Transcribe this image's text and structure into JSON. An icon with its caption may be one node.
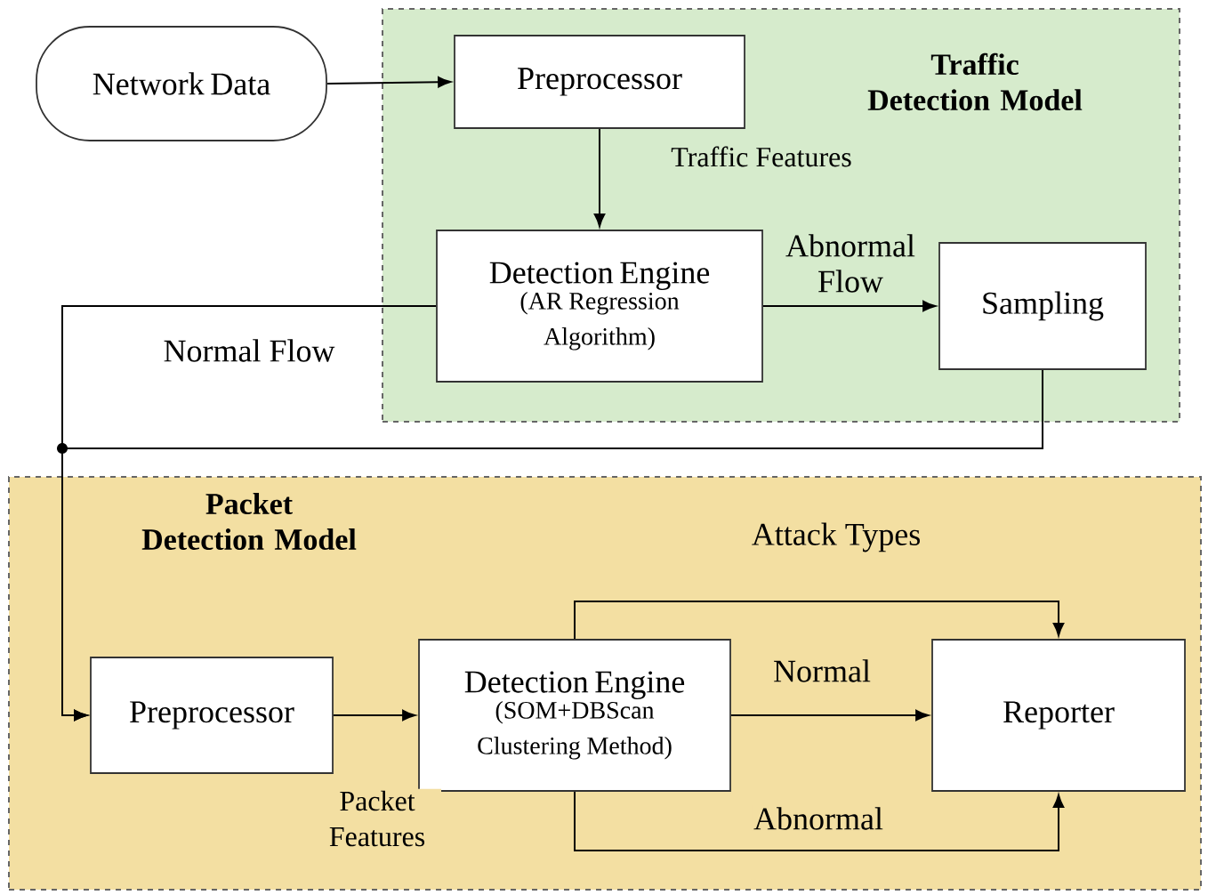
{
  "diagram": {
    "nodes": [
      {
        "text": [
          "Traffic Detection Model"
        ]
      },
      {
        "text": [
          "Network Data"
        ]
      },
      {
        "text": [
          "Preprocessor"
        ],
        "in": 0
      },
      {
        "text": [
          "Detection Engine",
          "(AR Regression Algorithm)"
        ],
        "in": 0
      },
      {
        "text": [
          "Sampling"
        ],
        "in": 0
      },
      {
        "text": [
          "Packet Detection Model"
        ]
      },
      {
        "text": [
          "Preprocessor"
        ],
        "in": 5
      },
      {
        "text": [
          "Detection Engine",
          "(SOM+DBScan Clustering Method)"
        ],
        "in": 5
      },
      {
        "text": [
          "Reporter"
        ],
        "in": 5
      }
    ],
    "edges": [
      {
        "from": 1,
        "to": 2,
        "arrow": "to"
      },
      {
        "from": 2,
        "to": 3,
        "arrow": "to",
        "label": "Traffic Features"
      },
      {
        "from": 3,
        "to": 4,
        "arrow": "to",
        "label": "Abnormal Flow"
      },
      {
        "from": 3,
        "to": 6,
        "arrow": "to",
        "label": "Normal Flow"
      },
      {
        "from": 4,
        "to": 6,
        "arrow": "to"
      },
      {
        "from": 6,
        "to": 7,
        "arrow": "to",
        "label": "Packet Features"
      },
      {
        "from": 7,
        "to": 8,
        "arrow": "to",
        "label": "Attack Types"
      },
      {
        "from": 7,
        "to": 8,
        "arrow": "to",
        "label": "Normal"
      },
      {
        "from": 7,
        "to": 8,
        "arrow": "to",
        "label": "Abnormal"
      }
    ]
  }
}
